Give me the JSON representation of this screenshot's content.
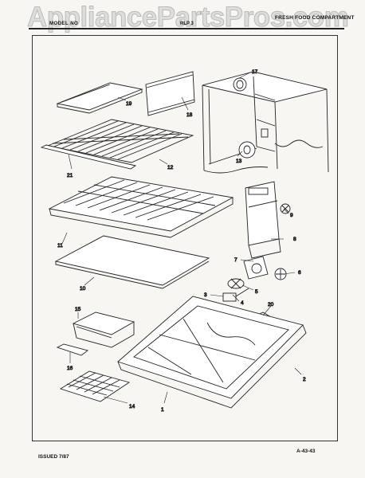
{
  "watermark": "AppliancePartsPros.com",
  "header": {
    "left": "MODEL NO",
    "middle": "RLP 3",
    "right": "FRESH FOOD COMPARTMENT"
  },
  "footer": {
    "issued": "ISSUED 7/87",
    "page_code": "A-43-43"
  },
  "callouts": {
    "c1": "1",
    "c2": "2",
    "c3": "3",
    "c4": "4",
    "c5": "5",
    "c6": "6",
    "c7": "7",
    "c8": "8",
    "c9": "9",
    "c10": "10",
    "c11": "11",
    "c12": "12",
    "c13": "13",
    "c14": "14",
    "c15": "15",
    "c16": "16",
    "c17": "17",
    "c18": "18",
    "c19": "19",
    "c20": "20",
    "c21": "21"
  },
  "colors": {
    "ink": "#111111",
    "paper": "#f7f6f2",
    "watermark": "#c8c8c8"
  }
}
